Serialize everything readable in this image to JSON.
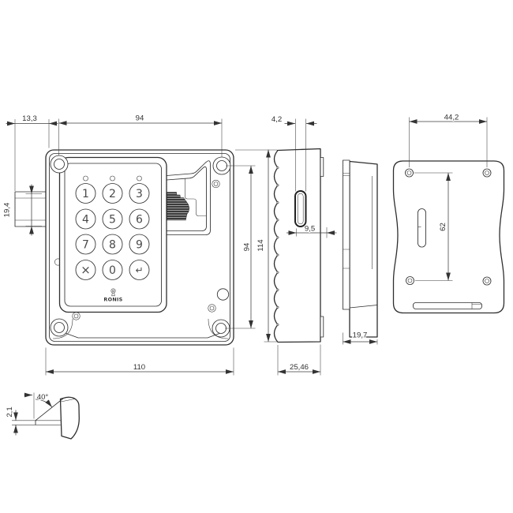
{
  "drawing": {
    "brand": "RONIS",
    "keypad_keys": [
      "1",
      "2",
      "3",
      "4",
      "5",
      "6",
      "7",
      "8",
      "9",
      "×",
      "0",
      "↵"
    ],
    "dimensions": {
      "latch_protrusion": "13,3",
      "hole_spacing_horizontal": "94",
      "latch_height": "19,4",
      "body_width": "110",
      "hole_spacing_vertical": "94",
      "body_height": "114",
      "slot_width": "4,2",
      "slot_to_face": "9,5",
      "body_depth": "25,46",
      "plate_depth": "19,7",
      "plate_hole_spacing_horizontal": "44,2",
      "plate_hole_spacing_vertical": "62",
      "latch_chamfer_angle": "40°",
      "latch_tip_thickness": "2,1"
    }
  }
}
